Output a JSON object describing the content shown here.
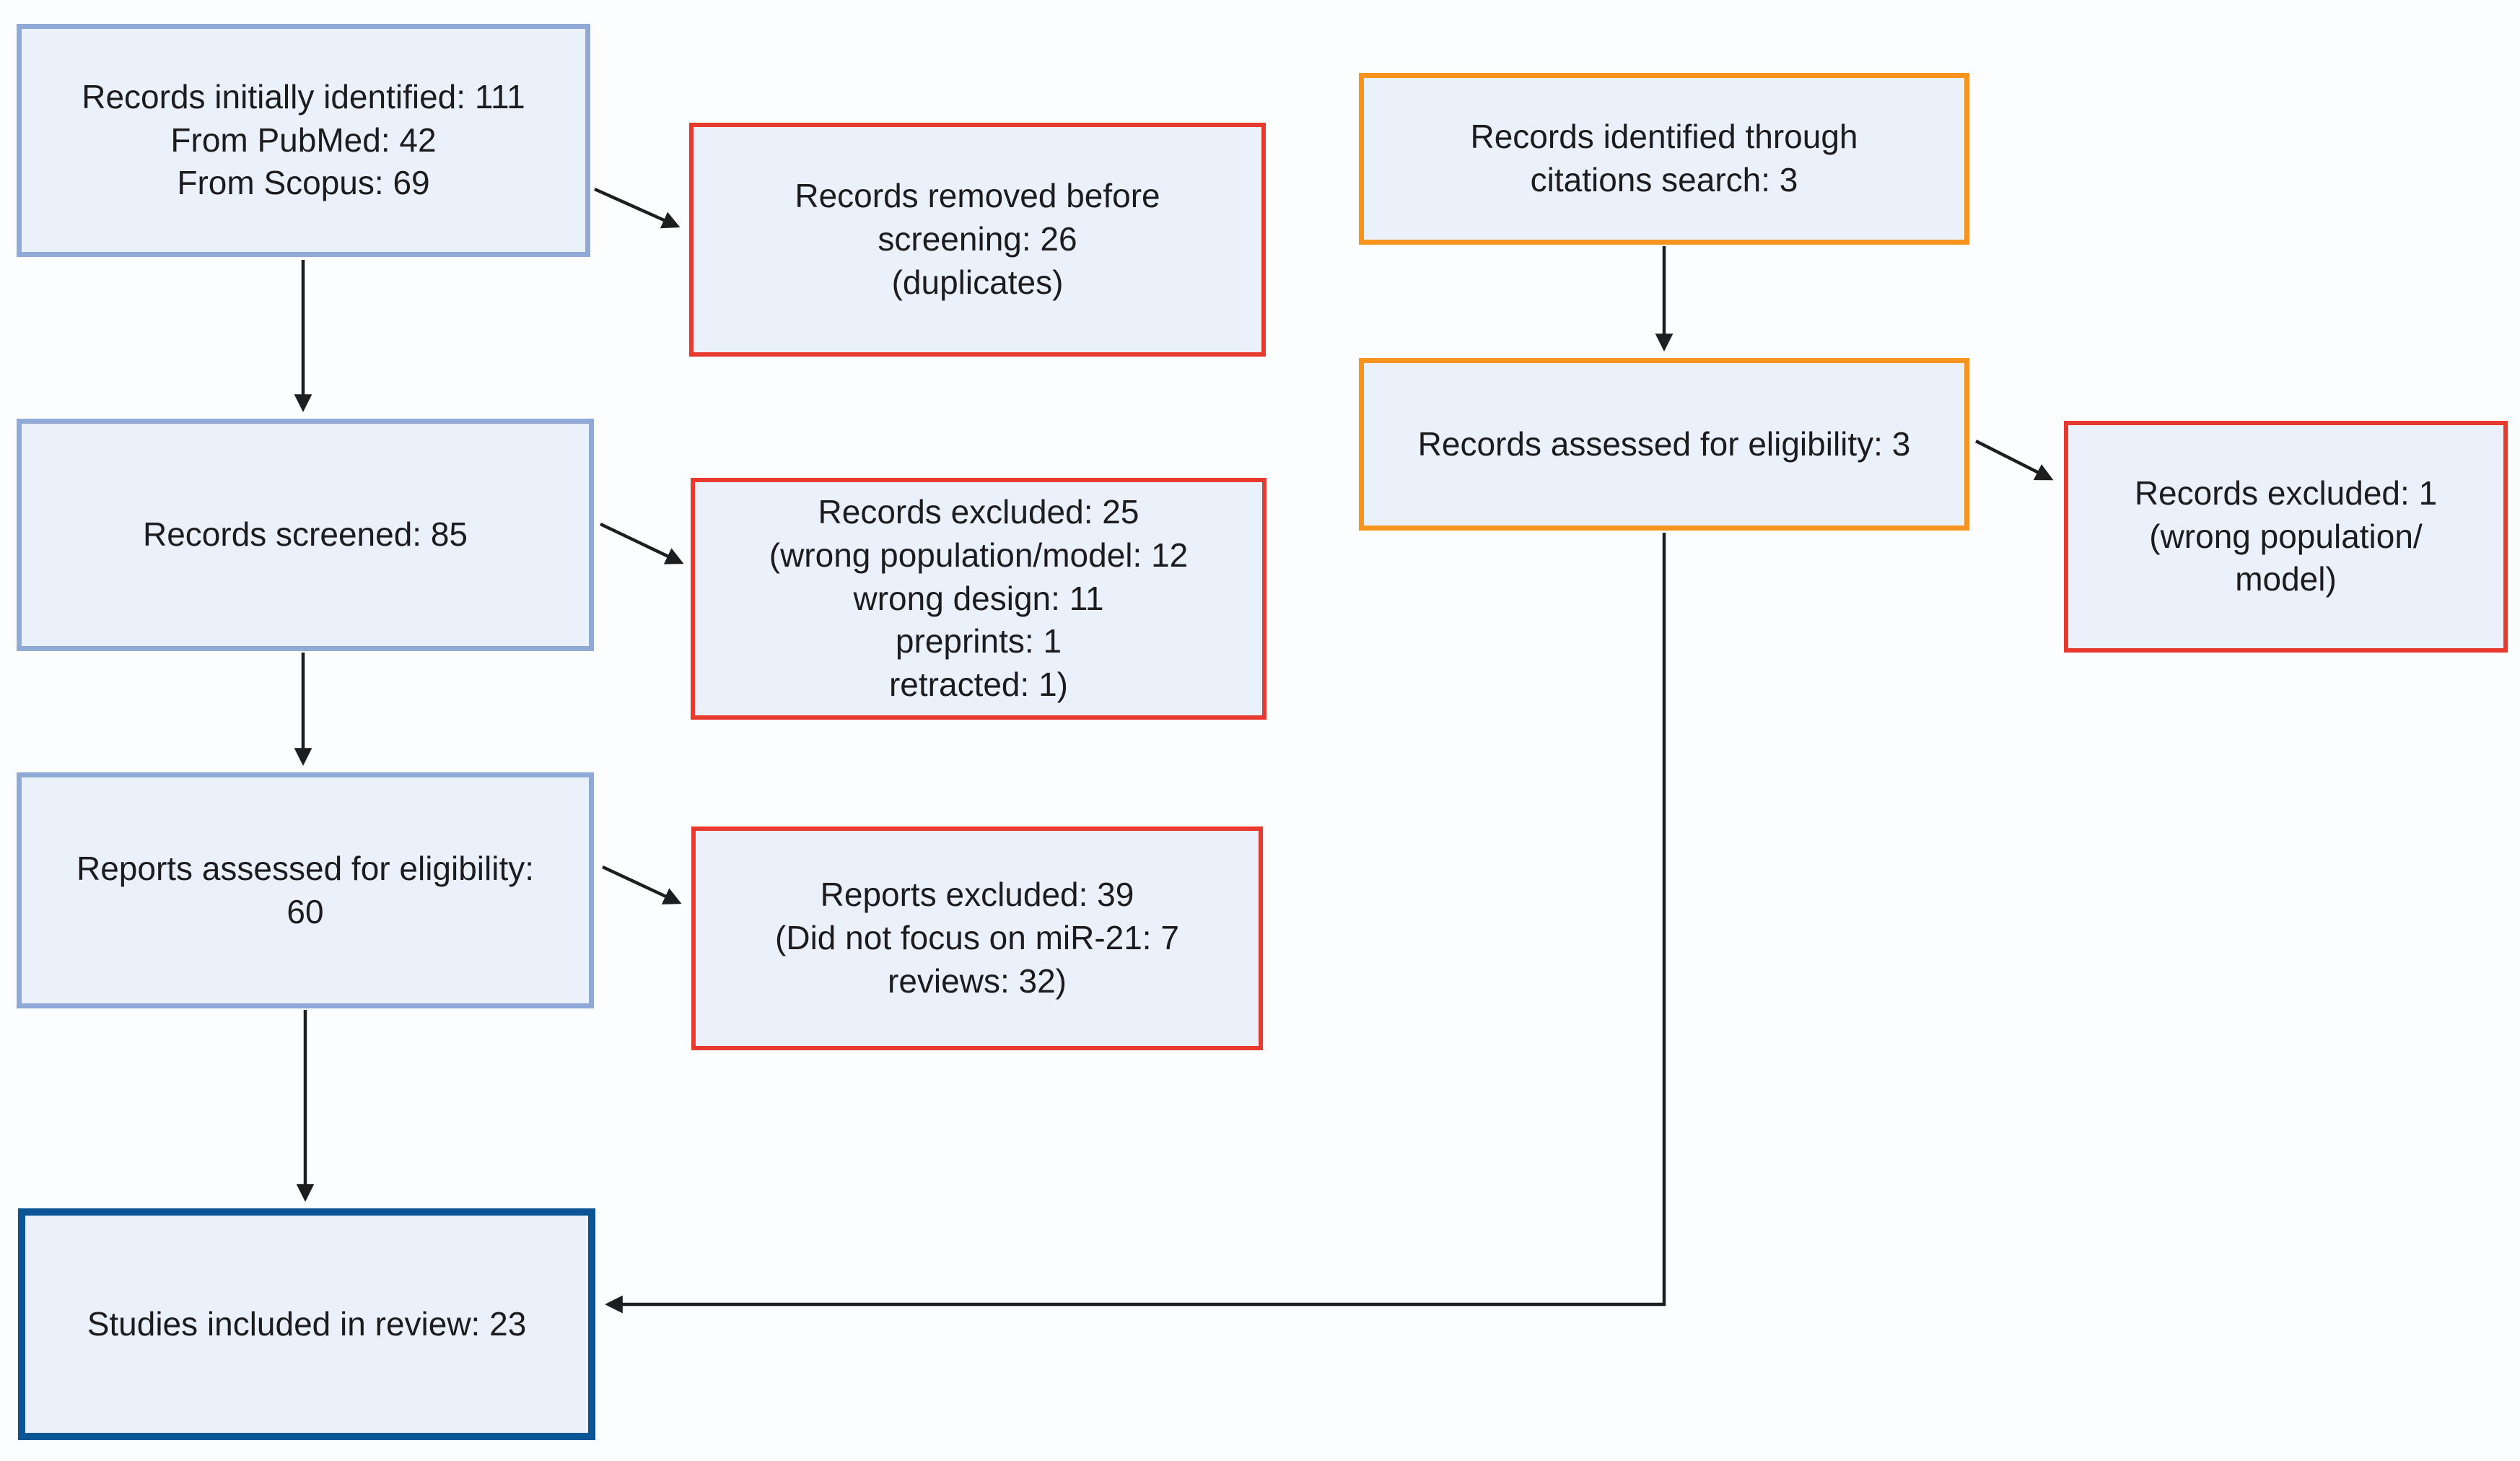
{
  "diagram_type": "systematic-review-flowchart",
  "colors": {
    "box_fill": "#EAF1FA",
    "border_blue": "#8FAAD7",
    "border_red": "#E8392E",
    "border_orange": "#F7941E",
    "border_darkblue": "#0A5694",
    "arrow": "#1E1E1E",
    "text": "#1C1C1E",
    "bg": "#FCFDFE"
  },
  "nodes": {
    "records_identified": {
      "text": "Records initially identified: 111\nFrom PubMed: 42\nFrom Scopus: 69"
    },
    "records_removed": {
      "text": "Records removed before\nscreening: 26\n(duplicates)"
    },
    "records_screened": {
      "text": "Records screened: 85"
    },
    "records_excluded": {
      "text": "Records excluded: 25\n(wrong population/model: 12\nwrong design: 11\npreprints: 1\nretracted: 1)"
    },
    "reports_assessed": {
      "text": "Reports assessed for eligibility:\n60"
    },
    "reports_excluded": {
      "text": "Reports excluded: 39\n(Did not focus on miR-21: 7\nreviews: 32)"
    },
    "studies_included": {
      "text": "Studies included in review: 23"
    },
    "citations_identified": {
      "text": "Records identified through\ncitations search: 3"
    },
    "citations_assessed": {
      "text": "Records assessed for eligibility: 3"
    },
    "citations_excluded": {
      "text": "Records excluded: 1\n(wrong population/\nmodel)"
    }
  }
}
